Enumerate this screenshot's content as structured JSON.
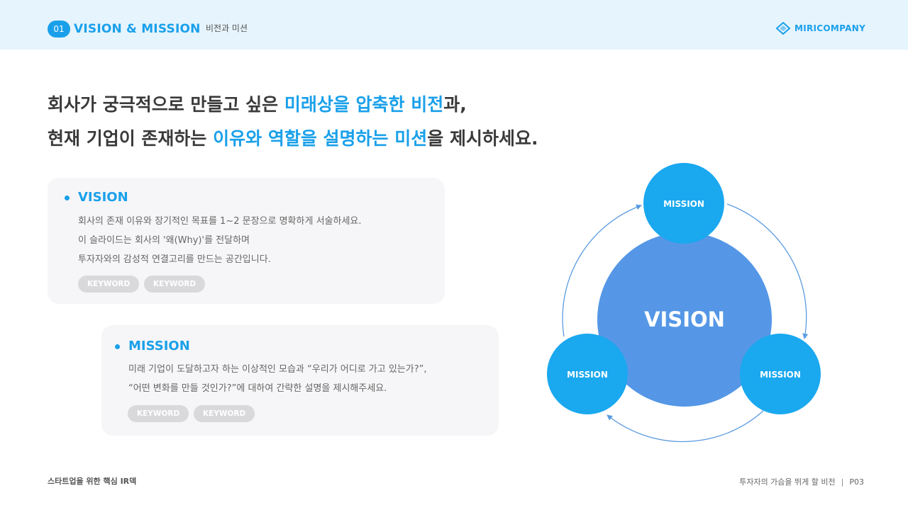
{
  "header": {
    "number": "01",
    "title": "VISION & MISSION",
    "subtitle": "비전과 미션",
    "logo": "MIRICOMPANY"
  },
  "headline": {
    "line1_a": "회사가 궁극적으로 만들고 싶은 ",
    "line1_hl": "미래상을 압축한 비전",
    "line1_b": "과,",
    "line2_a": "현재 기업이 존재하는 ",
    "line2_hl": "이유와 역할을 설명하는 미션",
    "line2_b": "을 제시하세요."
  },
  "vision_card": {
    "title": "VISION",
    "lines": [
      "회사의 존재 이유와 장기적인 목표를 1~2 문장으로 명확하게 서술하세요.",
      "이 슬라이드는 회사의 '왜(Why)'를 전달하며",
      "투자자와의 감성적 연결고리를 만드는 공간입니다."
    ],
    "tags": [
      "KEYWORD",
      "KEYWORD"
    ]
  },
  "mission_card": {
    "title": "MISSION",
    "lines": [
      "미래 기업이 도달하고자 하는 이상적인 모습과  “우리가 어디로 가고 있는가?”,",
      "“어떤 변화를 만들 것인가?”에 대하여 간략한 설명을 제시해주세요."
    ],
    "tags": [
      "KEYWORD",
      "KEYWORD"
    ]
  },
  "diagram": {
    "center": "VISION",
    "top": "MISSION",
    "left": "MISSION",
    "right": "MISSION",
    "colors": {
      "center": "#5597e6",
      "satellite": "#1aa8ef",
      "arrow": "#5b9be0"
    }
  },
  "footer": {
    "left": "스타트업을 위한 핵심 IR덱",
    "right": "투자자의 가슴을 뛰게 할 비전",
    "sep": "|",
    "page": "P03"
  }
}
